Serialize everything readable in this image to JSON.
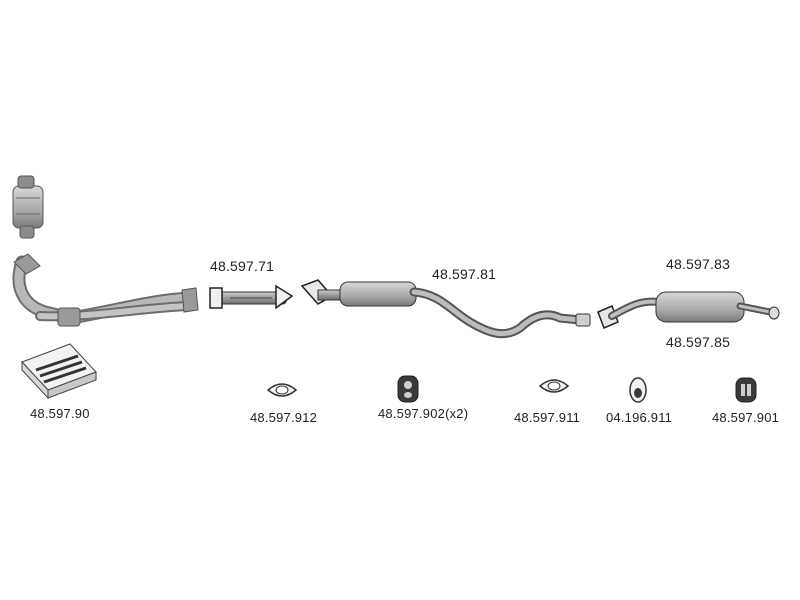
{
  "colors": {
    "part_fill": "#b0b0b0",
    "part_stroke": "#555555",
    "dark_part": "#3a3a3a",
    "text": "#222222"
  },
  "labels": {
    "front_pipe": "48.597.71",
    "middle_silencer": "48.597.81",
    "rear_silencer": "48.597.83",
    "rear_silencer_alt": "48.597.85",
    "mounting_kit": "48.597.90",
    "gasket_912": "48.597.912",
    "rubber_mount_902": "48.597.902(x2)",
    "gasket_911": "48.597.911",
    "rubber_mount_04": "04.196.911",
    "rubber_mount_901": "48.597.901"
  }
}
